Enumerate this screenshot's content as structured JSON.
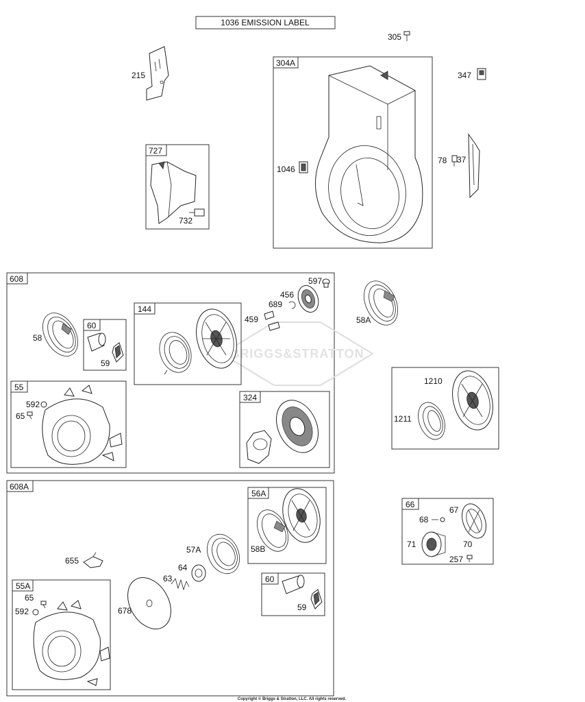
{
  "header": {
    "emission_label": "1036 EMISSION LABEL"
  },
  "watermark": {
    "text": "BRIGGS&STRATTON"
  },
  "footer": {
    "copyright": "Copyright © Briggs & Stratton, LLC. All rights reserved."
  },
  "boxes": {
    "b304A": "304A",
    "b727": "727",
    "b608": "608",
    "b60": "60",
    "b144": "144",
    "b55": "55",
    "b324": "324",
    "b608A": "608A",
    "b56A": "56A",
    "b55A": "55A",
    "b60b": "60",
    "b66": "66"
  },
  "parts": {
    "p305": "305",
    "p215": "215",
    "p347": "347",
    "p732": "732",
    "p1046": "1046",
    "p37": "37",
    "p78": "78",
    "p597": "597",
    "p456": "456",
    "p689": "689",
    "p459": "459",
    "p58": "58",
    "p59": "59",
    "p58A": "58A",
    "p592": "592",
    "p65": "65",
    "p1210": "1210",
    "p1211": "1211",
    "p655": "655",
    "p57A": "57A",
    "p58B": "58B",
    "p64": "64",
    "p63": "63",
    "p678": "678",
    "p65b": "65",
    "p592b": "592",
    "p59b": "59",
    "p68": "68",
    "p67": "67",
    "p71": "71",
    "p70": "70",
    "p257": "257"
  }
}
